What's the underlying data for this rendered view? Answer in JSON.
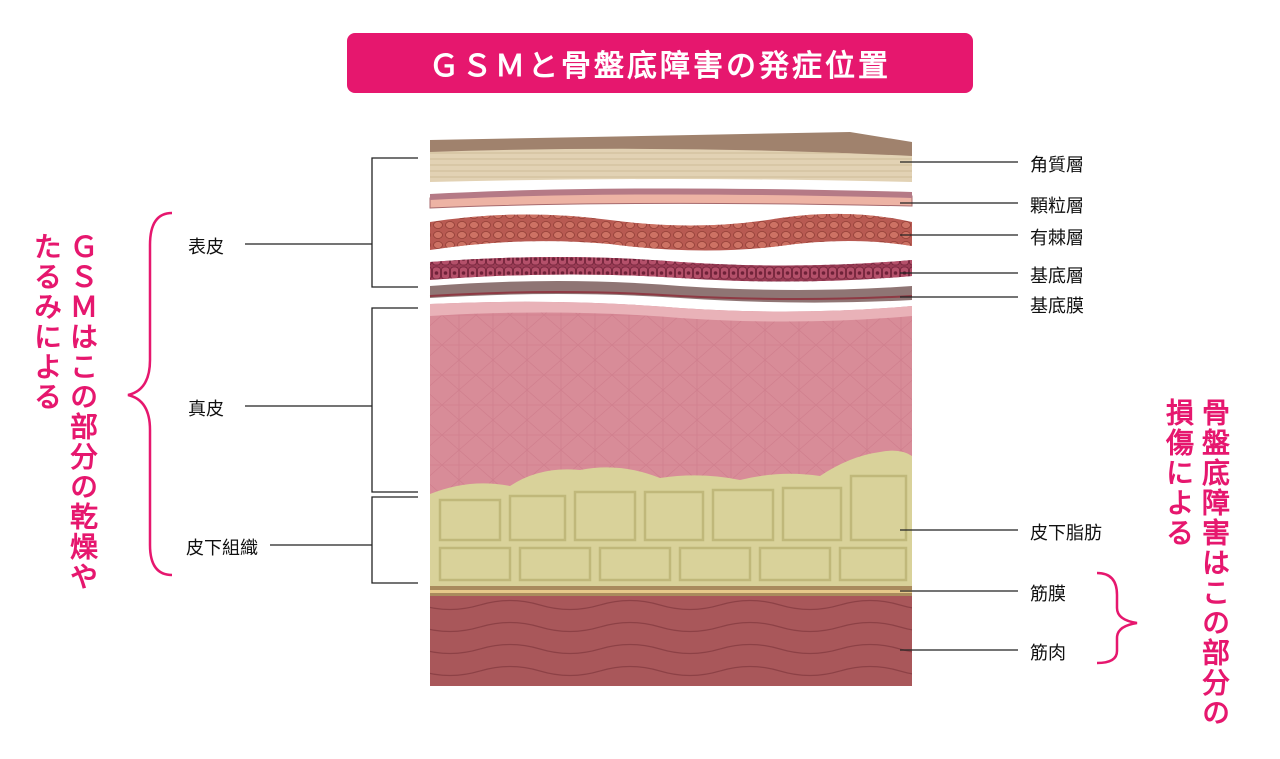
{
  "title": "ＧＳＭと骨盤底障害の発症位置",
  "left_groups": {
    "epidermis": "表皮",
    "dermis": "真皮",
    "subcutis": "皮下組織"
  },
  "right_layers": {
    "stratum_corneum": "角質層",
    "stratum_granulosum": "顆粒層",
    "stratum_spinosum": "有棘層",
    "stratum_basale": "基底層",
    "basement_membrane": "基底膜",
    "subcutaneous_fat": "皮下脂肪",
    "fascia": "筋膜",
    "muscle": "筋肉"
  },
  "annotations": {
    "left": [
      "ＧＳＭはこの部分の",
      "乾燥やたるみによる"
    ],
    "right": [
      "骨盤底障害は",
      "この部分の損傷による"
    ]
  },
  "colors": {
    "accent": "#e6176e",
    "corneum": "#e2d2b4",
    "granulosum": "#edb3a4",
    "spinosum": "#b85a52",
    "basale": "#9a3c55",
    "dermis": "#d88c98",
    "fat": "#d9d29a",
    "fascia": "#a98b5d",
    "muscle": "#a9575a"
  }
}
